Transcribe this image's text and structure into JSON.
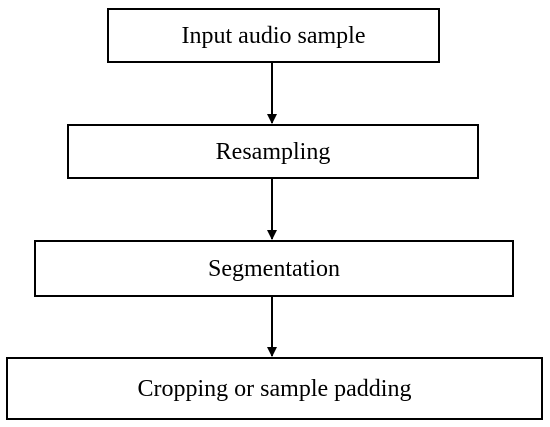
{
  "steps": [
    {
      "label": "Input audio sample"
    },
    {
      "label": "Resampling"
    },
    {
      "label": "Segmentation"
    },
    {
      "label": "Cropping or sample padding"
    }
  ],
  "colors": {
    "stroke": "#000000",
    "fill": "#ffffff",
    "text": "#000000"
  }
}
